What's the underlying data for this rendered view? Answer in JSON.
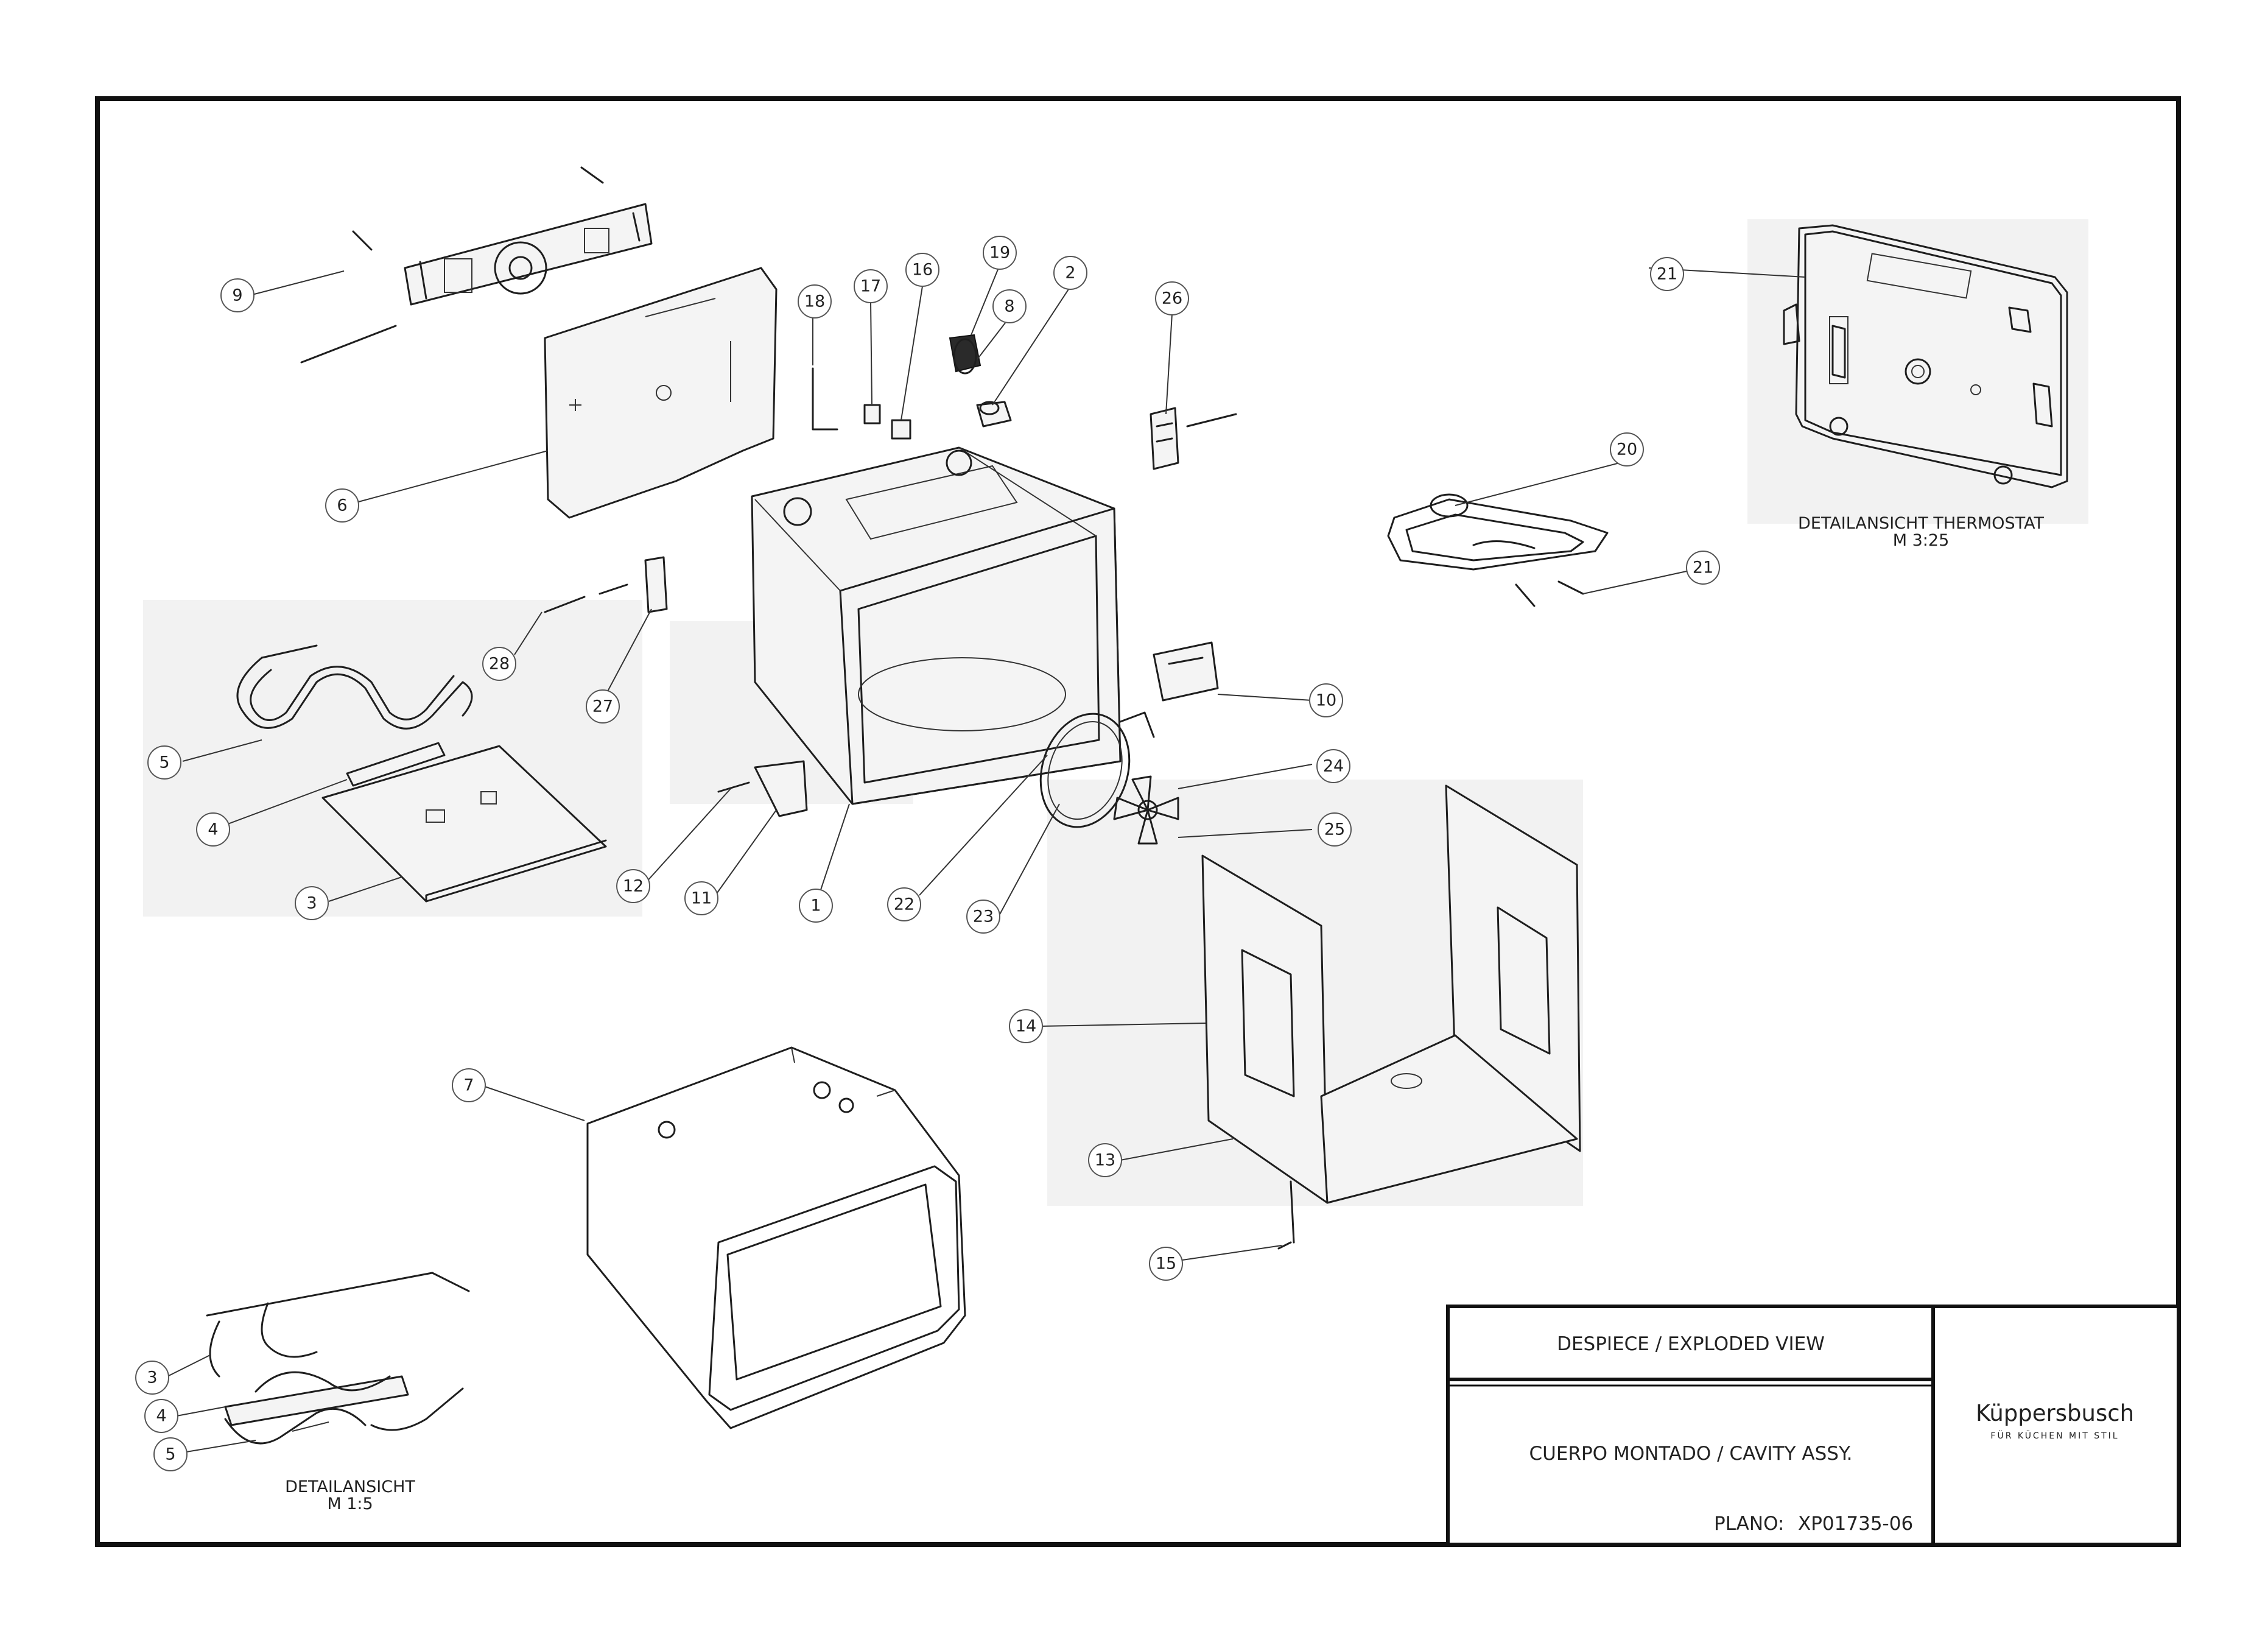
{
  "callouts": [
    {
      "num": "1"
    },
    {
      "num": "2"
    },
    {
      "num": "3"
    },
    {
      "num": "4"
    },
    {
      "num": "5"
    },
    {
      "num": "6"
    },
    {
      "num": "7"
    },
    {
      "num": "8"
    },
    {
      "num": "9"
    },
    {
      "num": "10"
    },
    {
      "num": "11"
    },
    {
      "num": "12"
    },
    {
      "num": "13"
    },
    {
      "num": "14"
    },
    {
      "num": "15"
    },
    {
      "num": "16"
    },
    {
      "num": "17"
    },
    {
      "num": "18"
    },
    {
      "num": "19"
    },
    {
      "num": "20"
    },
    {
      "num": "21"
    },
    {
      "num": "21"
    },
    {
      "num": "22"
    },
    {
      "num": "23"
    },
    {
      "num": "24"
    },
    {
      "num": "25"
    },
    {
      "num": "26"
    },
    {
      "num": "27"
    },
    {
      "num": "28"
    },
    {
      "num": "3"
    },
    {
      "num": "4"
    },
    {
      "num": "5"
    }
  ],
  "detail_thermostat": {
    "title": "DETAILANSICHT THERMOSTAT",
    "scale": "M 3:25"
  },
  "detail_heater": {
    "title": "DETAILANSICHT",
    "scale": "M 1:5"
  },
  "title_block": {
    "view_title": "DESPIECE / EXPLODED VIEW",
    "assembly_title": "CUERPO MONTADO / CAVITY ASSY.",
    "plan_label": "PLANO:",
    "plan_number": "XP01735-06",
    "brand": "Küppersbusch",
    "tagline": "FÜR KÜCHEN MIT STIL"
  }
}
